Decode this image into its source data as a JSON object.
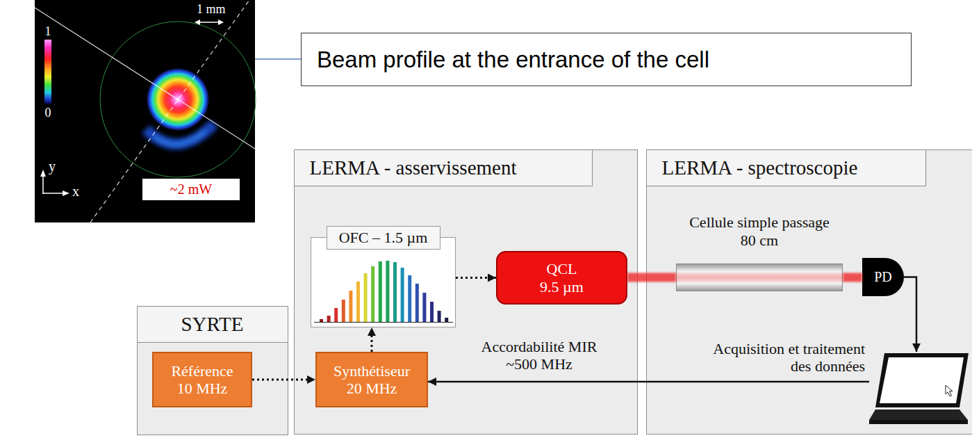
{
  "diagram": {
    "nodes": [
      {
        "text": [
          "Beam profile at the entrance of the cell"
        ]
      },
      {
        "text": [
          "SYRTE"
        ]
      },
      {
        "text": [
          "Référence 10 MHz"
        ],
        "in": 1
      },
      {
        "text": [
          "LERMA - asservissement"
        ]
      },
      {
        "text": [
          "OFC – 1.5 µm"
        ],
        "in": 3
      },
      {
        "text": [
          "QCL 9.5 µm"
        ],
        "in": 3
      },
      {
        "text": [
          "Synthétiseur 20 MHz"
        ],
        "in": 3
      },
      {
        "text": [
          "LERMA - spectroscopie"
        ]
      },
      {
        "text": [
          "Cellule simple passage 80 cm"
        ],
        "in": 7
      },
      {
        "text": [
          "PD"
        ],
        "in": 7
      },
      {
        "text": [
          "Acquisition et traitement des données"
        ],
        "in": 7
      }
    ],
    "edges": [
      {
        "from": 2,
        "to": 6,
        "arrow": "to"
      },
      {
        "from": 6,
        "to": 4,
        "arrow": "to"
      },
      {
        "from": 4,
        "to": 5,
        "arrow": "to"
      },
      {
        "from": 5,
        "to": 8,
        "arrow": "none"
      },
      {
        "from": 8,
        "to": 9,
        "arrow": "none"
      },
      {
        "from": 9,
        "to": 10,
        "arrow": "to"
      },
      {
        "from": 10,
        "to": 6,
        "label": "Accordabilité MIR ~500 MHz",
        "arrow": "to"
      }
    ],
    "labels": [
      "1",
      "0",
      "1 mm",
      "y",
      "x",
      "~2 mW"
    ]
  }
}
